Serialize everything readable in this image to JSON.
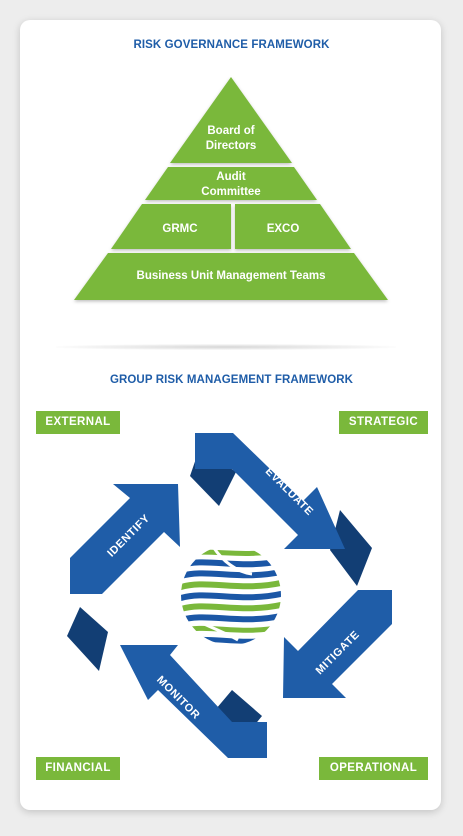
{
  "governance": {
    "title": "RISK GOVERNANCE FRAMEWORK",
    "tiers": {
      "board_line1": "Board of",
      "board_line2": "Directors",
      "audit_line1": "Audit",
      "audit_line2": "Committee",
      "grmc": "GRMC",
      "exco": "EXCO",
      "business_units": "Business Unit Management Teams"
    }
  },
  "risk_management": {
    "title": "GROUP RISK MANAGEMENT FRAMEWORK",
    "cycle_steps": {
      "identify": "IDENTIFY",
      "evaluate": "EVALUATE",
      "mitigate": "MITIGATE",
      "monitor": "MONITOR"
    },
    "corner_tags": {
      "external": "EXTERNAL",
      "strategic": "STRATEGIC",
      "financial": "FINANCIAL",
      "operational": "OPERATIONAL"
    }
  },
  "colors": {
    "green": "#7ab83b",
    "blue": "#1f5da8",
    "dark_blue": "#123e74",
    "globe_blue": "#1b57a6",
    "globe_green": "#7ab83b"
  },
  "icons": {
    "globe": "striped-globe-icon"
  }
}
